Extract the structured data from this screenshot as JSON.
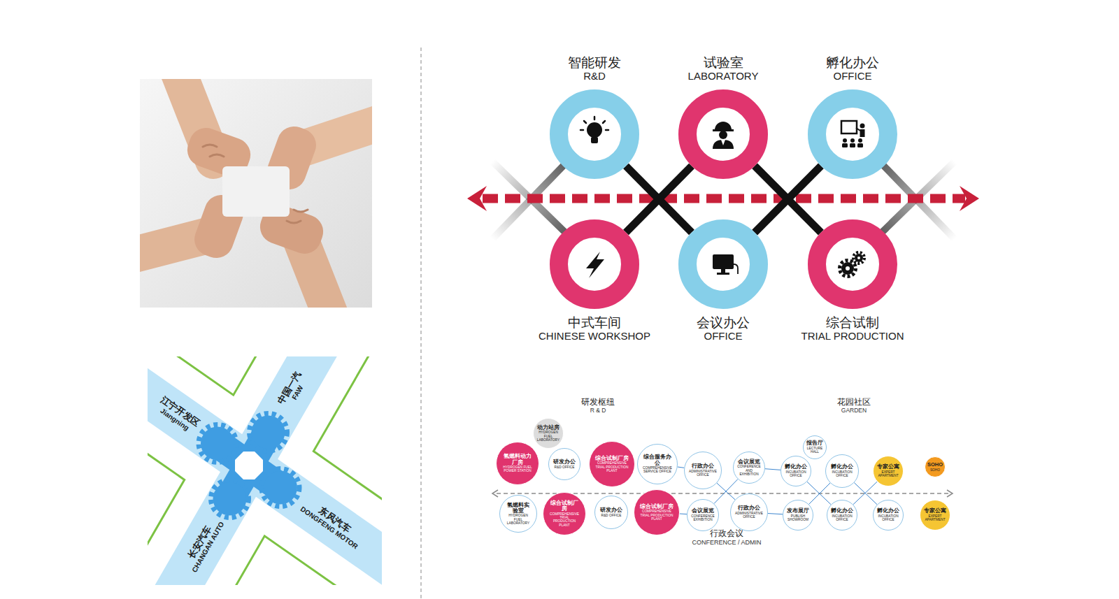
{
  "diagram": {
    "nodes": [
      {
        "text": [
          "智能研发",
          "R&D"
        ]
      },
      {
        "text": [
          "试验室",
          "LABORATORY"
        ]
      },
      {
        "text": [
          "孵化办公",
          "OFFICE"
        ]
      },
      {
        "text": [
          "中式车间",
          "CHINESE WORKSHOP"
        ]
      },
      {
        "text": [
          "会议办公",
          "OFFICE"
        ]
      },
      {
        "text": [
          "综合试制",
          "TRIAL PRODUCTION"
        ]
      },
      {
        "text": [
          "研发枢纽",
          "R & D"
        ]
      },
      {
        "text": [
          "动力站房",
          "HYDROGEN FUEL LABORATORY"
        ]
      },
      {
        "text": [
          "氢燃料动力厂房",
          "HYDROGEN FUEL POWER STATION"
        ],
        "in": 6
      },
      {
        "text": [
          "研发办公",
          "R&D OFFICE"
        ],
        "in": 6
      },
      {
        "text": [
          "综合试制厂房",
          "COMPREHENSIVE TRIAL PRODUCTION PLANT"
        ],
        "in": 6
      },
      {
        "text": [
          "综合服务办公",
          "COMPREHENSIVE SERVICE OFFICE"
        ],
        "in": 6
      },
      {
        "text": [
          "氢燃料实验室",
          "HYDROGEN FUEL LABORATORY"
        ],
        "in": 6
      },
      {
        "text": [
          "综合试制厂房",
          "COMPREHENSIVE TRIAL PRODUCTION PLANT"
        ],
        "in": 6
      },
      {
        "text": [
          "研发办公",
          "R&D OFFICE"
        ],
        "in": 6
      },
      {
        "text": [
          "综合试制厂房",
          "COMPREHENSIVE TRIAL PRODUCTION PLANT"
        ],
        "in": 6
      },
      {
        "text": [
          "行政会议",
          "CONFERENCE / ADMIN"
        ]
      },
      {
        "text": [
          "行政办公",
          "ADMINISTRATIVE OFFICE"
        ]
      },
      {
        "text": [
          "会议展览",
          "CONFERENCE AND EXHIBITION"
        ]
      },
      {
        "text": [
          "会议展览",
          "CONFERENCE EXHIBITION"
        ]
      },
      {
        "text": [
          "行政办公",
          "ADMINISTRATIVE OFFICE"
        ]
      },
      {
        "text": [
          "花园社区",
          "GARDEN"
        ]
      },
      {
        "text": [
          "报告厅",
          "LECTURE HALL"
        ],
        "in": 21
      },
      {
        "text": [
          "孵化办公",
          "INCUBATION OFFICE"
        ],
        "in": 21
      },
      {
        "text": [
          "孵化办公",
          "INCUBATION OFFICE"
        ],
        "in": 21
      },
      {
        "text": [
          "专家公寓",
          "EXPERT APARTMENT"
        ],
        "in": 21
      },
      {
        "text": [
          "SOHO",
          "SOHO"
        ]
      },
      {
        "text": [
          "发布展厅",
          "PUBLISH SHOWROOM"
        ],
        "in": 21
      },
      {
        "text": [
          "孵化办公",
          "INCUBATION OFFICE"
        ],
        "in": 21
      },
      {
        "text": [
          "孵化办公",
          "INCUBATION OFFICE"
        ],
        "in": 21
      },
      {
        "text": [
          "专家公寓",
          "EXPERT APARTMENT"
        ]
      }
    ],
    "edges": [
      {
        "from": 0,
        "to": 4,
        "arrow": "none"
      },
      {
        "from": 1,
        "to": 3,
        "arrow": "none"
      },
      {
        "from": 1,
        "to": 5,
        "arrow": "none"
      },
      {
        "from": 2,
        "to": 4,
        "arrow": "none"
      },
      {
        "from": 11,
        "to": 17,
        "arrow": "none"
      },
      {
        "from": 15,
        "to": 19,
        "arrow": "none"
      },
      {
        "from": 17,
        "to": 20,
        "arrow": "none"
      },
      {
        "from": 18,
        "to": 19,
        "arrow": "none"
      },
      {
        "from": 18,
        "to": 23,
        "arrow": "none"
      },
      {
        "from": 20,
        "to": 27,
        "arrow": "none"
      },
      {
        "from": 23,
        "to": 28,
        "arrow": "none"
      },
      {
        "from": 27,
        "to": 24,
        "arrow": "none"
      },
      {
        "from": 24,
        "to": 29,
        "arrow": "none"
      },
      {
        "from": 28,
        "to": 25,
        "arrow": "none"
      }
    ],
    "labels": [
      "中国一汽",
      "FAW",
      "江宁开发区",
      "Jiangning",
      "东风汽车",
      "DONGFENG MOTOR",
      "长安汽车",
      "CHANGAN AUTO"
    ]
  }
}
